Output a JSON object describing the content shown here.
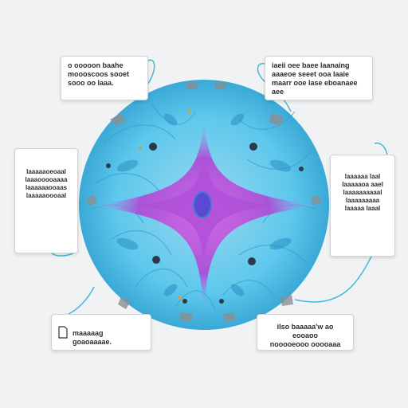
{
  "notes": {
    "top_left": "o ooooon baahe\nmoooscoos sooet\nsooo oo laaa.",
    "top_right": "iaeii oee baee laanaing\naaaeoe seeet ooa laaie\nmaarr ooe lase eboanaee aee",
    "left": "laaaaaoeoaal\nlaaaooooaaaa\nlaaaaaaooaas\nlaaaaaoooaal",
    "right": "laaaaaa laal\nlaaaaaoa aael\nlaaaaaaaaaal\nlaaaaaaaaa\nlaaaaa laaal",
    "bottom_left": "maaaaag goaoaaaae.",
    "bottom_right": "ilso baaaaa'w ao eooaoo\nnooooeooo ooooaaa"
  },
  "colors": {
    "background": "#f1f2f3",
    "disc": "#5ec8ec",
    "disc_dark": "#2f9fd0",
    "accent": "#b34fd6",
    "center": "#6a4fd8",
    "connector": "#43b9d8"
  }
}
